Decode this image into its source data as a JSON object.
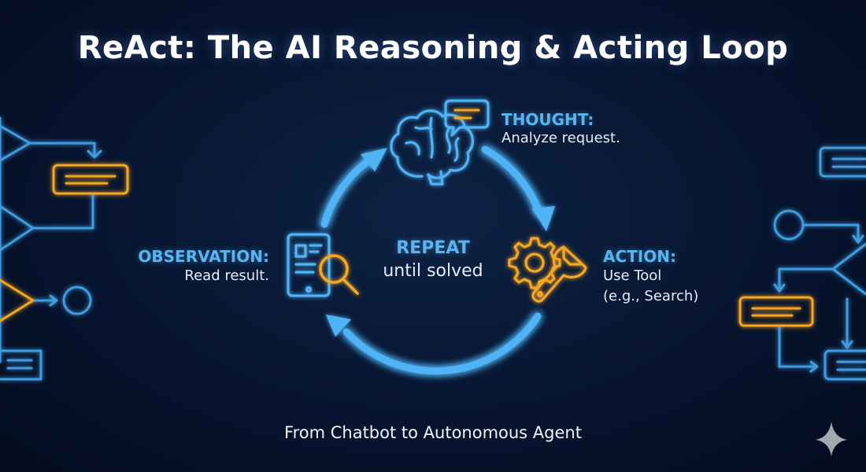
{
  "title": "ReAct: The AI Reasoning & Acting Loop",
  "nodes": {
    "thought": {
      "title": "THOUGHT:",
      "desc": "Analyze request."
    },
    "action": {
      "title": "ACTION:",
      "desc_line1": "Use Tool",
      "desc_line2": "(e.g., Search)"
    },
    "observation": {
      "title": "OBSERVATION:",
      "desc": "Read result."
    }
  },
  "center": {
    "title": "REPEAT",
    "subtitle": "until solved"
  },
  "footer": "From Chatbot to Autonomous Agent",
  "icons": {
    "thought": "brain-with-speech-bubble-icon",
    "action": "gear-and-wrench-icon",
    "observation": "document-with-magnifier-icon",
    "corner": "sparkle-icon"
  },
  "colors": {
    "background": "#071530",
    "neon_blue": "#4fb3f5",
    "neon_orange": "#f5a623",
    "label_blue": "#5ab4f0",
    "text": "#e6edf6"
  }
}
